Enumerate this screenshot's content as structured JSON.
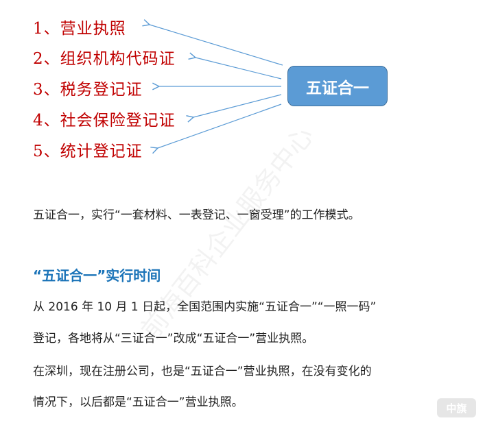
{
  "diagram": {
    "items": [
      "1、营业执照",
      "2、组织机构代码证",
      "3、税务登记证",
      "4、社会保险登记证",
      "5、统计登记证"
    ],
    "center_label": "五证合一",
    "colors": {
      "item_text": "#c00000",
      "box_fill": "#5b9bd5",
      "arrow": "#5b9bd5"
    }
  },
  "intro": "五证合一，实行“一套材料、一表登记、一窗受理”的工作模式。",
  "section": {
    "heading": "“五证合一”实行时间",
    "lines": [
      "从 2016 年 10 月 1 日起，全国范围内实施“五证合一”“一照一码”",
      "登记，各地将从“三证合一”改成“五证合一”营业执照。",
      "在深圳，现在注册公司，也是“五证合一”营业执照，在没有变化的",
      "情况下，以后都是“五证合一”营业执照。"
    ]
  },
  "watermark": "前海百科企业服务中心",
  "badge": "中旗"
}
